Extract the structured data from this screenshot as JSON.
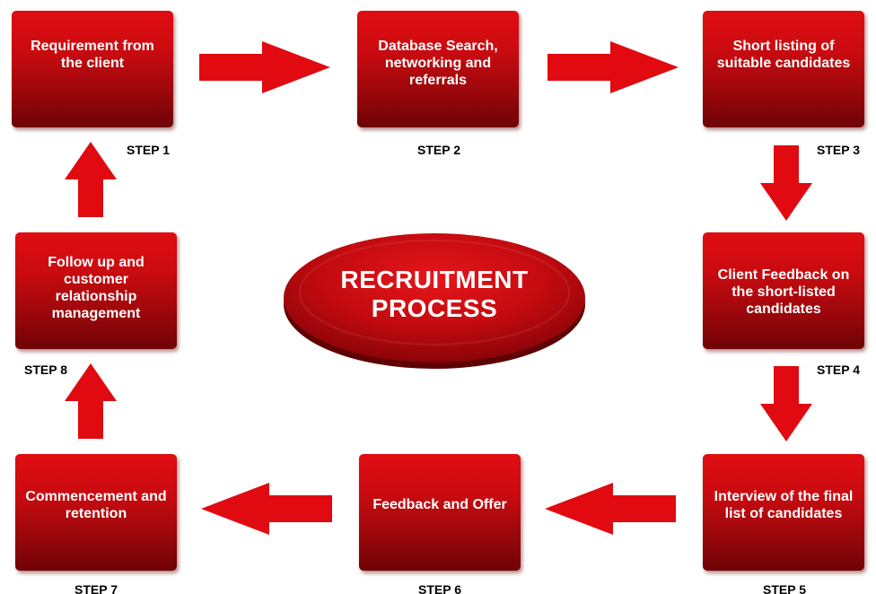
{
  "title": "RECRUITMENT PROCESS",
  "title_lines": [
    "RECRUITMENT",
    "PROCESS"
  ],
  "colors": {
    "box_top": "#e00d12",
    "box_bottom": "#6f0306",
    "arrow": "#e00a10",
    "text": "#ffffff",
    "step_text": "#000000"
  },
  "steps": [
    {
      "step_label": "STEP 1",
      "text": "Requirement from the client"
    },
    {
      "step_label": "STEP 2",
      "text": "Database Search, networking and referrals"
    },
    {
      "step_label": "STEP 3",
      "text": "Short listing of suitable candidates"
    },
    {
      "step_label": "STEP 4",
      "text": "Client Feedback on the short-listed candidates"
    },
    {
      "step_label": "STEP 5",
      "text": "Interview of the final list of candidates"
    },
    {
      "step_label": "STEP 6",
      "text": "Feedback and Offer"
    },
    {
      "step_label": "STEP 7",
      "text": "Commencement and retention"
    },
    {
      "step_label": "STEP 8",
      "text": "Follow up and customer relationship management"
    }
  ]
}
